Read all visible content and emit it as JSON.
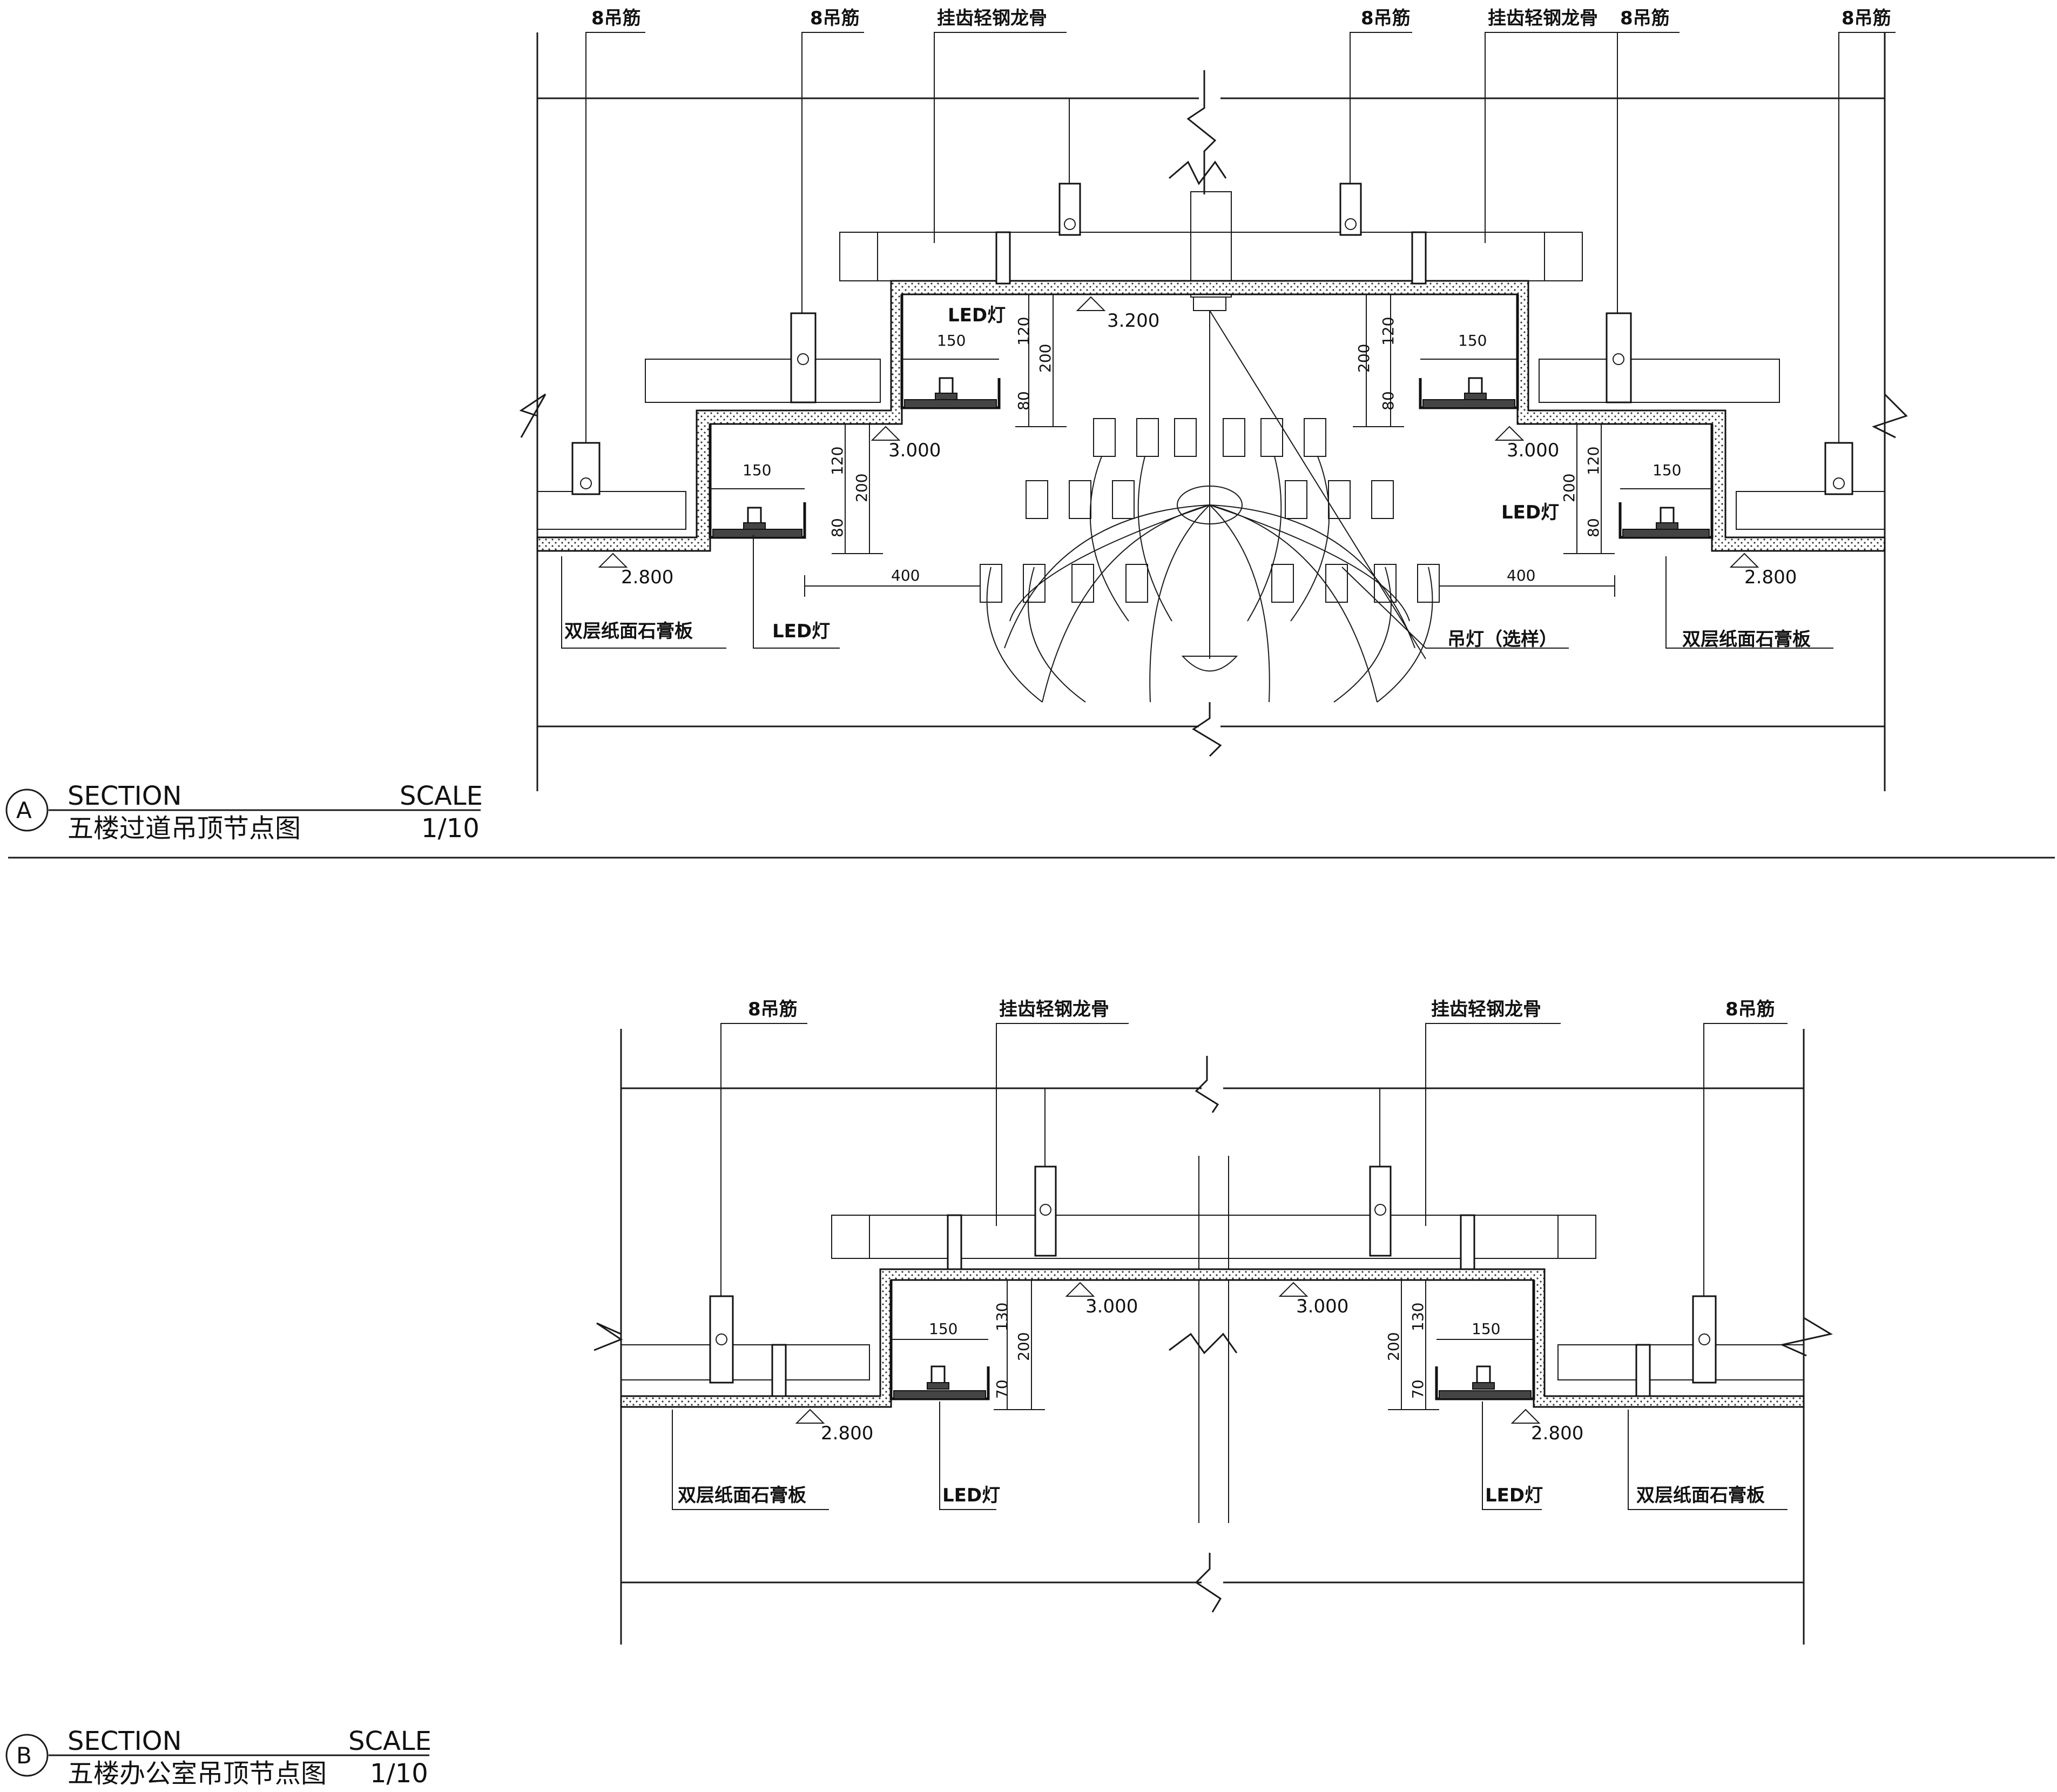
{
  "section_a": {
    "callout": "A",
    "heading": "SECTION",
    "scale_label": "SCALE",
    "title": "五楼过道吊顶节点图",
    "scale": "1/10",
    "labels": {
      "rod_1": "8吊筋",
      "rod_2": "8吊筋",
      "keel_1": "挂齿轻钢龙骨",
      "rod_3": "8吊筋",
      "keel_2": "挂齿轻钢龙骨",
      "rod_4": "8吊筋",
      "rod_5": "8吊筋",
      "led_upper_left": "LED灯",
      "led_upper_right": "LED灯",
      "gypsum_left": "双层纸面石膏板",
      "led_lower_left": "LED灯",
      "chandelier": "吊灯（选样）",
      "gypsum_right": "双层纸面石膏板"
    },
    "elevations": {
      "top": "3.200",
      "mid_left": "3.000",
      "mid_right": "3.000",
      "low_left": "2.800",
      "low_right": "2.800"
    },
    "dimensions": {
      "upper_left_150": "150",
      "upper_left_120": "120",
      "upper_left_200": "200",
      "upper_left_80": "80",
      "upper_right_150": "150",
      "upper_right_200": "200",
      "upper_right_120": "120",
      "upper_right_80": "80",
      "lower_left_150": "150",
      "lower_left_120": "120",
      "lower_left_200": "200",
      "lower_left_80": "80",
      "lower_right_150": "150",
      "lower_right_120": "120",
      "lower_right_200": "200",
      "lower_right_80": "80",
      "left_400": "400",
      "right_400": "400"
    }
  },
  "section_b": {
    "callout": "B",
    "heading": "SECTION",
    "scale_label": "SCALE",
    "title": "五楼办公室吊顶节点图",
    "scale": "1/10",
    "labels": {
      "rod_left": "8吊筋",
      "keel_left": "挂齿轻钢龙骨",
      "keel_right": "挂齿轻钢龙骨",
      "rod_right": "8吊筋",
      "gypsum_left": "双层纸面石膏板",
      "led_left": "LED灯",
      "led_right": "LED灯",
      "gypsum_right": "双层纸面石膏板"
    },
    "elevations": {
      "top_left": "3.000",
      "top_right": "3.000",
      "low_left": "2.800",
      "low_right": "2.800"
    },
    "dimensions": {
      "left_150": "150",
      "left_130": "130",
      "left_200": "200",
      "left_70": "70",
      "right_150": "150",
      "right_200": "200",
      "right_130": "130",
      "right_70": "70"
    }
  }
}
